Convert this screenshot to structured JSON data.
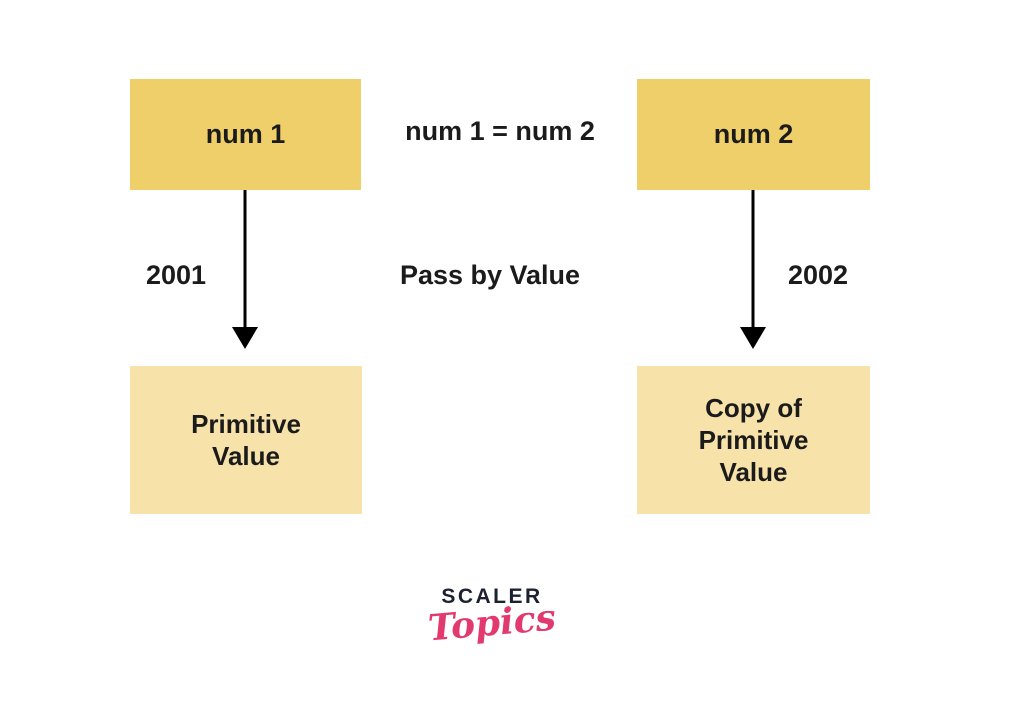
{
  "diagram": {
    "title": "Pass by Value",
    "relation_label": "num 1 = num 2",
    "left": {
      "var_label": "num 1",
      "address": "2001",
      "value_label": "Primitive Value"
    },
    "right": {
      "var_label": "num 2",
      "address": "2002",
      "value_label": "Copy of Primitive Value"
    },
    "colors": {
      "var_box_fill": "#efcf69",
      "value_box_fill": "#f7e2aa",
      "arrow": "#000000",
      "text": "#1b1b1b"
    }
  },
  "logo": {
    "brand": "SCALER",
    "sub": "Topics",
    "brand_color": "#1c2130",
    "sub_color": "#e23a6f"
  }
}
